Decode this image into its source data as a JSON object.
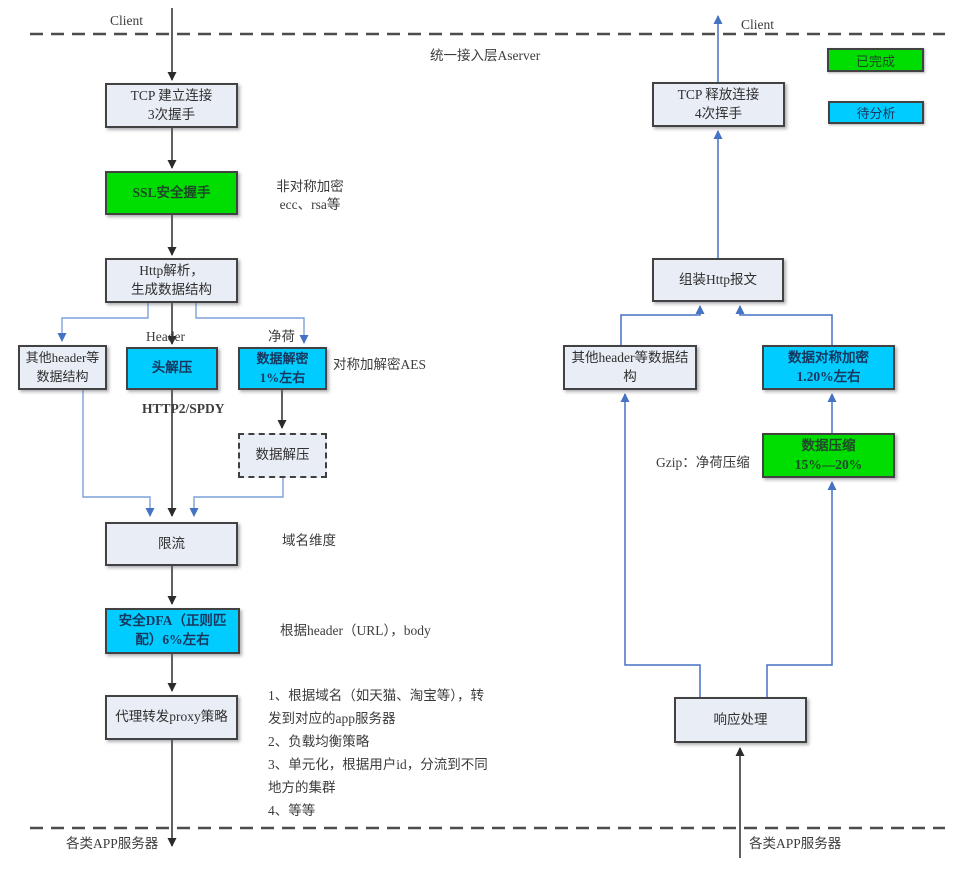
{
  "colors": {
    "done_green": "#00dd00",
    "pending_cyan": "#00ccff",
    "blue_edge": "#4472c4",
    "light_blue_edge": "#7da1d8",
    "black_edge": "#2b2b2b"
  },
  "legend": {
    "done": "已完成",
    "pending": "待分析"
  },
  "zones": {
    "client_left": "Client",
    "client_right": "Client",
    "layer_title": "统一接入层Aserver",
    "app_servers_left": "各类APP服务器",
    "app_servers_right": "各类APP服务器"
  },
  "nodes": {
    "tcp_connect": "TCP 建立连接\n3次握手",
    "ssl_handshake": "SSL安全握手",
    "http_parse": "Http解析，\n生成数据结构",
    "other_header_left": "其他header等\n数据结构",
    "header_decompress": "头解压",
    "data_decrypt": "数据解密\n1%左右",
    "data_decompress": "数据解压",
    "rate_limit": "限流",
    "dfa": "安全DFA（正则匹\n配）6%左右",
    "proxy": "代理转发proxy策略",
    "tcp_release": "TCP 释放连接\n4次挥手",
    "http_assemble": "组装Http报文",
    "other_header_right": "其他header等数据结\n构",
    "data_encrypt": "数据对称加密\n1.20%左右",
    "data_compress": "数据压缩\n15%—20%",
    "response": "响应处理"
  },
  "edge_labels": {
    "header": "Header",
    "payload": "净荷",
    "http2": "HTTP2/SPDY"
  },
  "notes": {
    "asym": "非对称加密\necc、rsa等",
    "aes": "对称加解密AES",
    "domain": "域名维度",
    "match": "根据header（URL），body",
    "proxy_note": "1、根据域名（如天猫、淘宝等），转\n发到对应的app服务器\n2、负载均衡策略\n3、单元化，根据用户id，分流到不同\n地方的集群\n4、等等",
    "gzip": "Gzip：净荷压缩"
  }
}
